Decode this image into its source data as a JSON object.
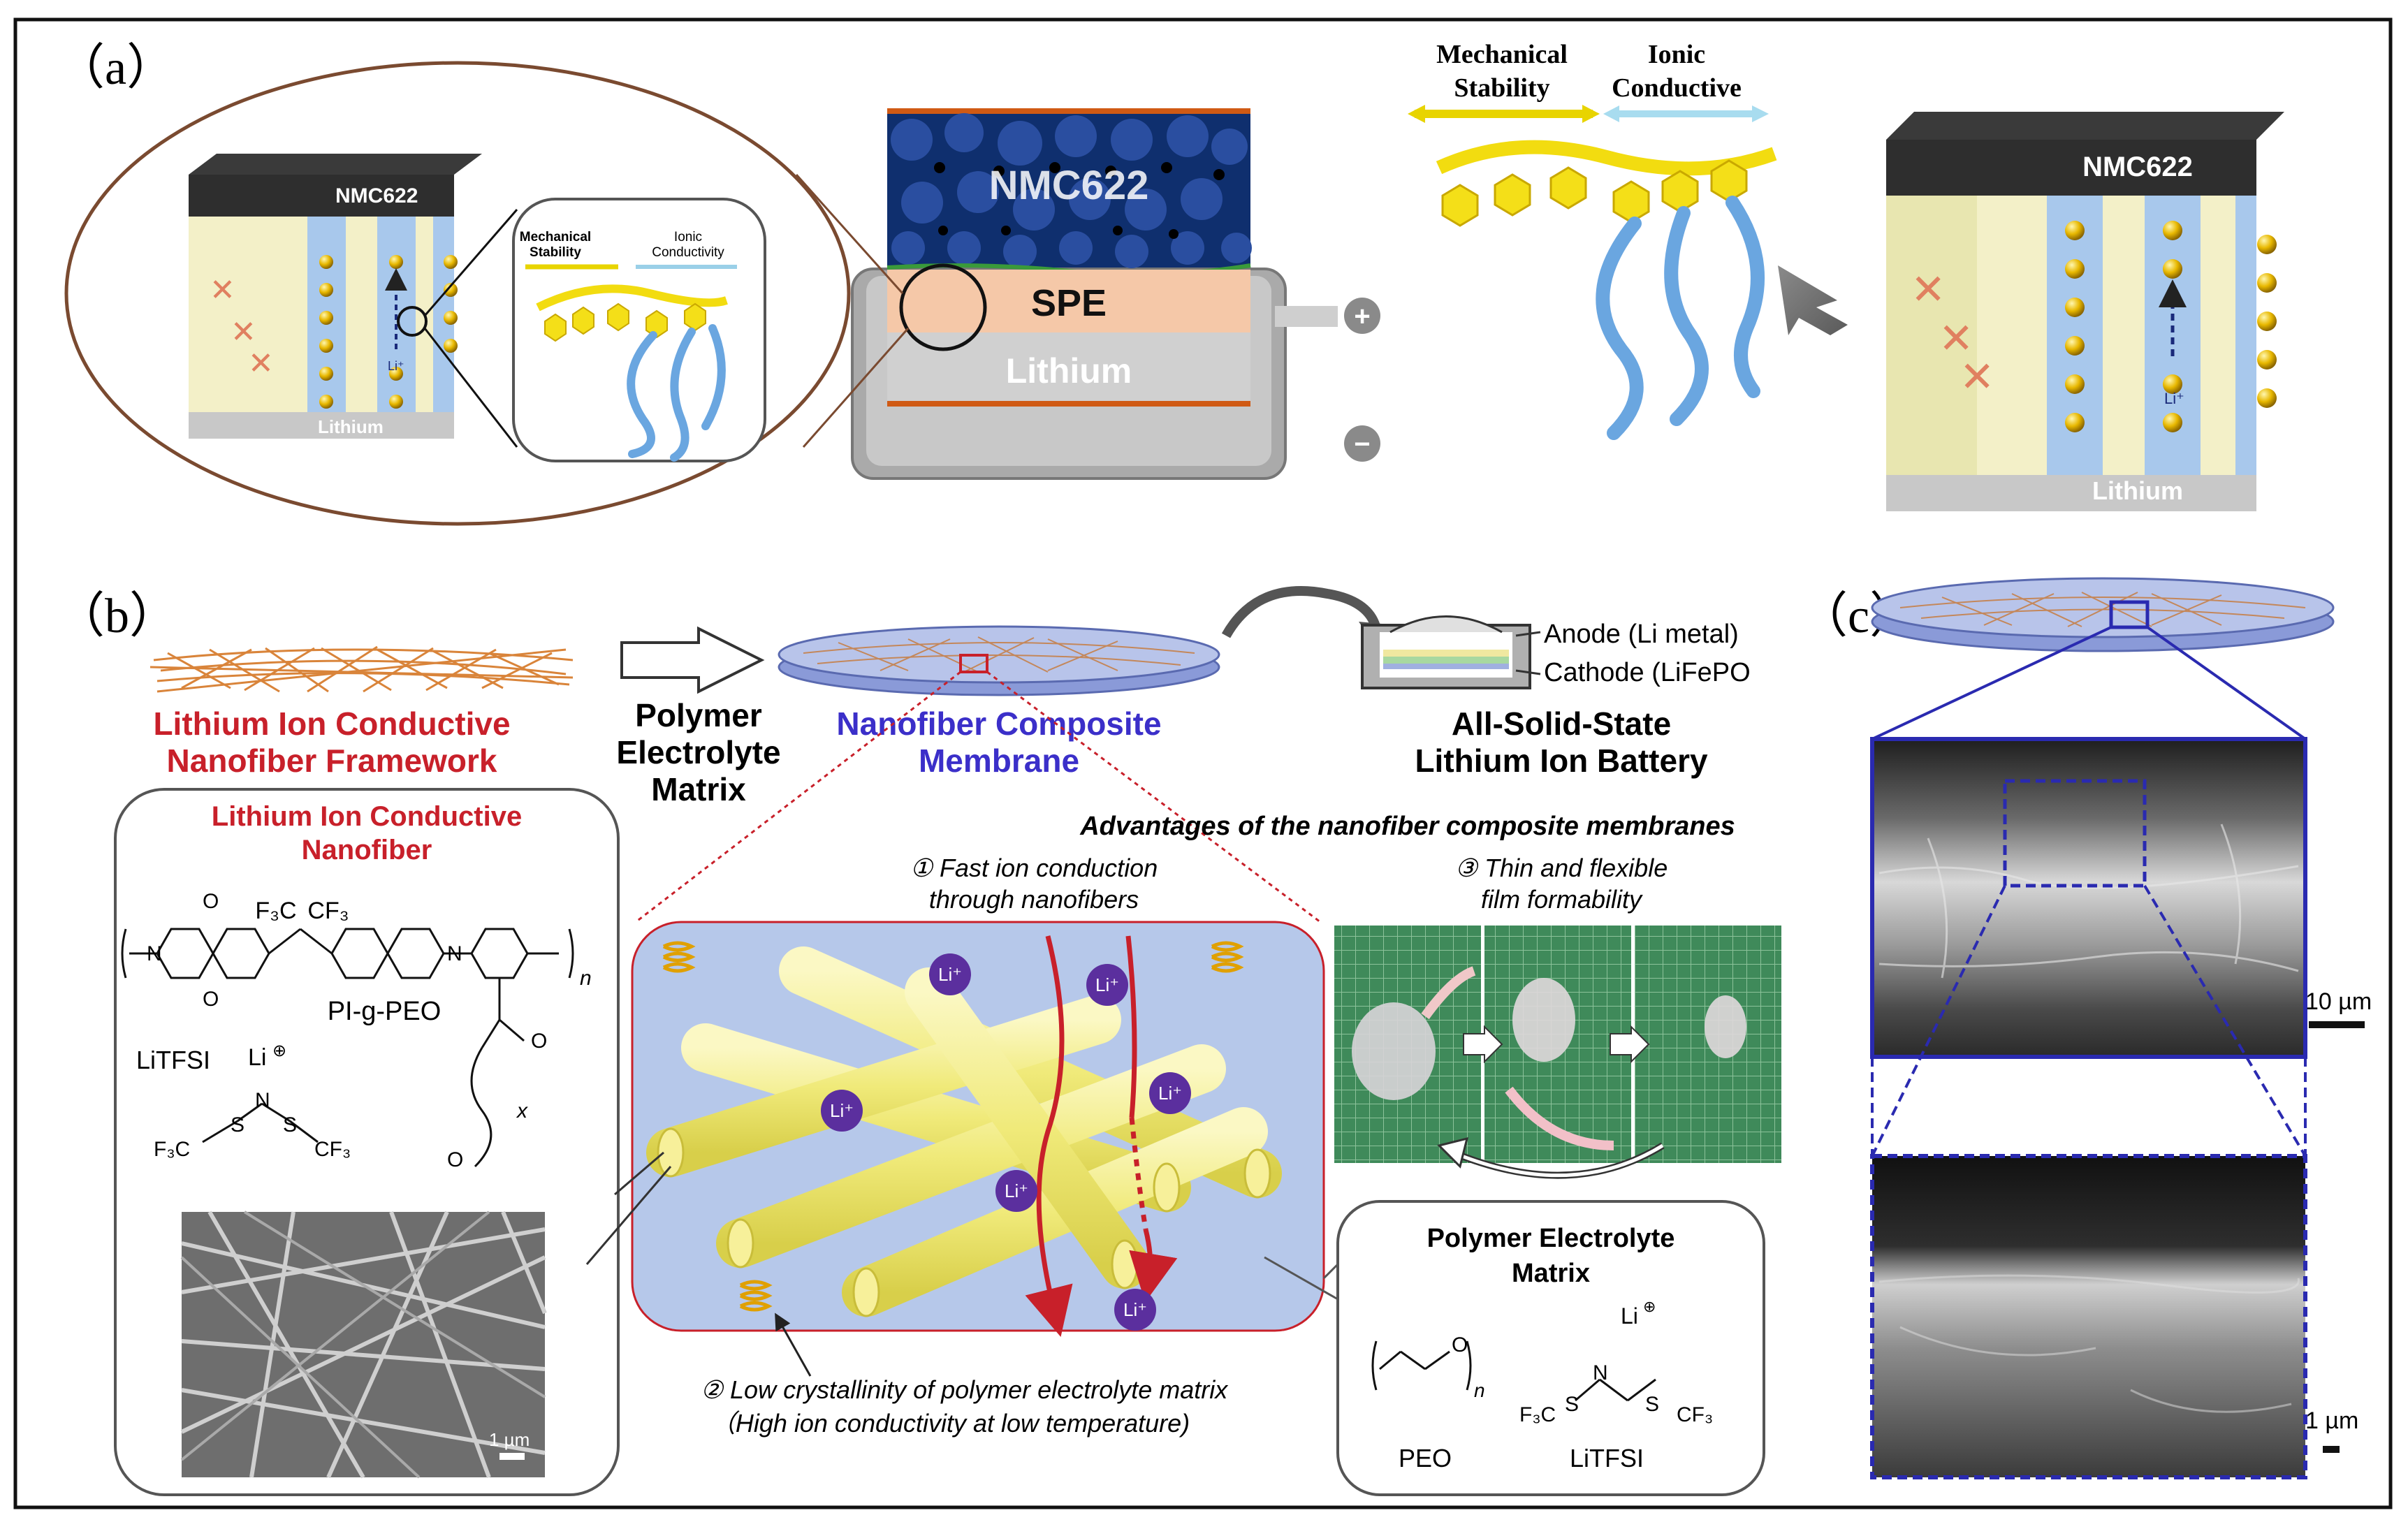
{
  "panel_a": {
    "label": "（a）",
    "inset": {
      "cathode": "NMC622",
      "anode": "Lithium",
      "li_ion": "Li⁺",
      "bubble_mech": [
        "Mechanical",
        "Stability"
      ],
      "bubble_ionic": [
        "Ionic",
        "Conductivity"
      ]
    },
    "cell": {
      "cathode": "NMC622",
      "electrolyte": "SPE",
      "anode": "Lithium",
      "plus": "+",
      "minus": "−"
    },
    "polymer": {
      "mech": [
        "Mechanical",
        "Stability"
      ],
      "ionic": [
        "Ionic",
        "Conductive"
      ]
    },
    "result": {
      "cathode": "NMC622",
      "anode": "Lithium",
      "li_ion": "Li⁺"
    }
  },
  "panel_b": {
    "label": "（b）",
    "framework": [
      "Lithium Ion Conductive",
      "Nanofiber Framework"
    ],
    "matrix_step": [
      "Polymer",
      "Electrolyte",
      "Matrix"
    ],
    "membrane": [
      "Nanofiber Composite",
      "Membrane"
    ],
    "battery": [
      "All-Solid-State",
      "Lithium Ion Battery"
    ],
    "anode_label": "Anode (Li metal)",
    "cathode_label": "Cathode (LiFePO",
    "nanofiber_box": {
      "title": [
        "Lithium Ion Conductive",
        "Nanofiber"
      ],
      "cf3_left": "F₃C",
      "cf3_right": "CF₃",
      "polymer_name": "PI-g-PEO",
      "subscript_n": "n",
      "salt": "LiTFSI",
      "li_plus": "Li",
      "x": "x",
      "f3c": "F₃C",
      "cf3": "CF₃",
      "s": "S",
      "n": "N",
      "o": "O",
      "scale": "1 µm"
    },
    "advantages": {
      "title": "Advantages of the nanofiber composite membranes",
      "item1": [
        "① Fast ion conduction",
        "through nanofibers"
      ],
      "item3": [
        "③ Thin and flexible",
        "film formability"
      ],
      "item2": [
        "② Low crystallinity of polymer electrolyte matrix",
        "（High ion conductivity at low temperature)"
      ]
    },
    "li_ion": "Li⁺",
    "matrix_box": {
      "title": [
        "Polymer Electrolyte",
        "Matrix"
      ],
      "peo": "PEO",
      "litfsi": "LiTFSI",
      "n": "n",
      "o": "O",
      "li": "Li",
      "f3c": "F₃C",
      "cf3": "CF₃",
      "s": "S",
      "nn": "N"
    }
  },
  "panel_c": {
    "label": "（c）",
    "scale1": "10 µm",
    "scale2": "1 µm"
  },
  "colors": {
    "nanofiber": "#d9843a",
    "fiber_yellow": "#f3ef8a",
    "matrix_blue": "#b6c8ea",
    "li_purple": "#5b2f9e",
    "red_title": "#c8202a",
    "blue_title": "#3b2fc9",
    "sem_frame": "#2a2ab0",
    "nmc_blue": "#0f2f6e",
    "spe": "#f5c8a8"
  }
}
